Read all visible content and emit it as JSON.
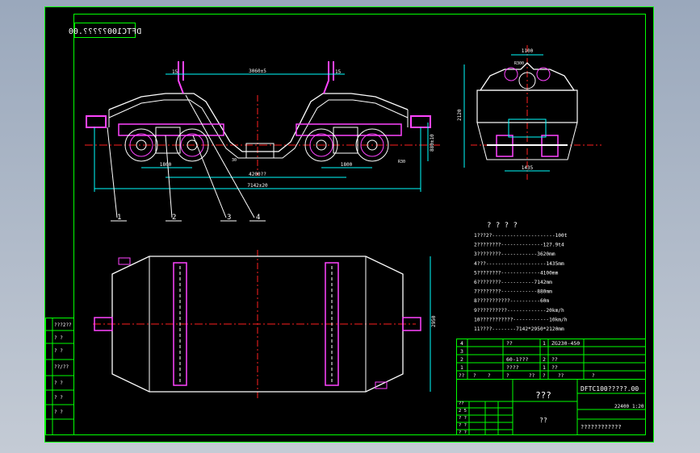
{
  "drawing": {
    "code_mirrored": "DFTC100?????.00",
    "side_view": {
      "dim_top": "3060±5",
      "dim_15_left": "15",
      "dim_15_right": "15",
      "dim_bottom_mid": "4200??",
      "dim_overall": "7142±20",
      "dim_left_bogie": "1800",
      "dim_right_bogie": "1800",
      "dim_height": "880±10",
      "dim_30": "30",
      "dim_r": "R30"
    },
    "end_view": {
      "dim_top": "1100",
      "dim_inner": "R300",
      "dim_height": "2120",
      "dim_gauge": "1435"
    },
    "plan_view": {
      "dim_width": "2950"
    },
    "balloons": [
      "1",
      "2",
      "3",
      "4"
    ],
    "specs_title": "? ? ? ?",
    "specs": [
      "1???2?---------------------100t",
      "2????????--------------127.9t4",
      "3????????------------3620mm",
      "4???--------------------1435mm",
      "5????????-------------4100mm",
      "6????????-----------7142mm",
      "7????????------------880mm",
      "8???????????----------60m",
      "9??????????-------------20km/h",
      "10???????????------------10km/h",
      "11????--------7142*2950*2120mm"
    ],
    "side_table": [
      "???2??",
      "?  ?",
      "?  ?",
      "??/??",
      "?  ?",
      "?  ?",
      "?  ?"
    ],
    "bom": [
      {
        "no": "4",
        "name": "??",
        "qty": "1",
        "spec": "ZG230-450"
      },
      {
        "no": "3",
        "name": "",
        "qty": "",
        "spec": ""
      },
      {
        "no": "2",
        "name": "60-1???",
        "qty": "2",
        "spec": "??"
      },
      {
        "no": "1",
        "name": "????",
        "qty": "1",
        "spec": "??"
      }
    ],
    "bom_header": [
      "??",
      "?",
      "?",
      "?",
      "??",
      "?",
      "??",
      "?"
    ],
    "title_block": {
      "title": "???",
      "subtitle": "??",
      "code": "DFTC100?????.00",
      "scale": "1:20",
      "ratio": "22400",
      "company": "????????????",
      "small": [
        "??",
        "2  5",
        "?  ?",
        "?  ?",
        "?  ?"
      ]
    }
  }
}
